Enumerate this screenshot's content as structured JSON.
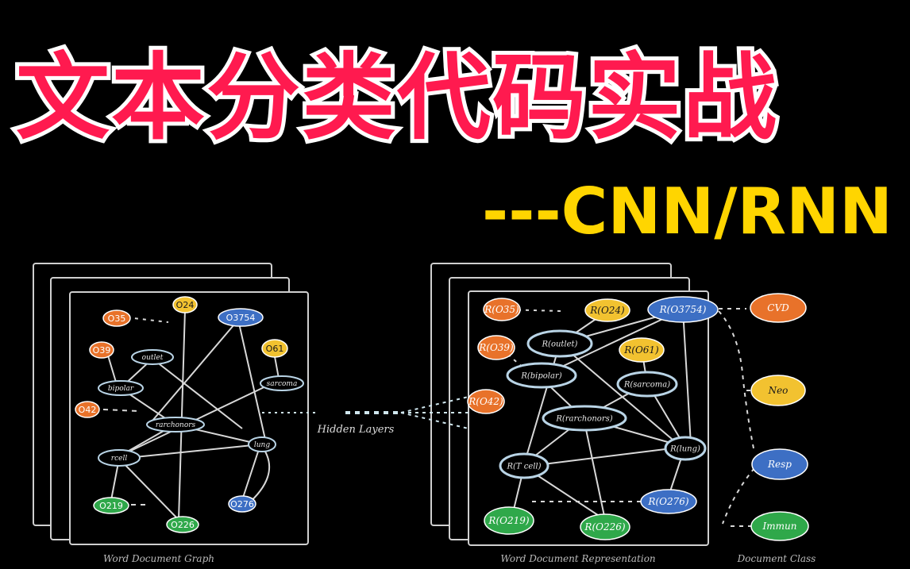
{
  "title": "文本分类代码实战",
  "subtitle": "---CNN/RNN",
  "colors": {
    "title": "#ff1a4f",
    "subtitle": "#ffd500",
    "orange": "#e8722a",
    "yellow": "#f2c230",
    "blue": "#3d6fc4",
    "green": "#2fa84a",
    "hidden": "#cfe6ee"
  },
  "left_panel": {
    "caption": "Word Document Graph",
    "nodes": [
      {
        "id": "O35",
        "label": "O35",
        "color": "orange"
      },
      {
        "id": "O24",
        "label": "O24",
        "color": "yellow"
      },
      {
        "id": "O3754",
        "label": "O3754",
        "color": "blue"
      },
      {
        "id": "O39",
        "label": "O39",
        "color": "orange"
      },
      {
        "id": "O61",
        "label": "O61",
        "color": "yellow"
      },
      {
        "id": "O42",
        "label": "O42",
        "color": "orange"
      },
      {
        "id": "O219",
        "label": "O219",
        "color": "green"
      },
      {
        "id": "O226",
        "label": "O226",
        "color": "green"
      },
      {
        "id": "O276",
        "label": "O276",
        "color": "blue"
      }
    ],
    "words": [
      "outlet",
      "bipolar",
      "sarcoma",
      "rarchonors",
      "rcell",
      "lung"
    ]
  },
  "middle": {
    "label": "Hidden Layers"
  },
  "right_panel": {
    "caption": "Word Document Representation",
    "nodes": [
      {
        "id": "R35",
        "label": "R(O35)",
        "color": "orange"
      },
      {
        "id": "R24",
        "label": "R(O24)",
        "color": "yellow"
      },
      {
        "id": "R3754",
        "label": "R(O3754)",
        "color": "blue"
      },
      {
        "id": "R39",
        "label": "R(O39)",
        "color": "orange"
      },
      {
        "id": "R61",
        "label": "R(O61)",
        "color": "yellow"
      },
      {
        "id": "R42",
        "label": "R(O42)",
        "color": "orange"
      },
      {
        "id": "R219",
        "label": "R(O219)",
        "color": "green"
      },
      {
        "id": "R226",
        "label": "R(O226)",
        "color": "green"
      },
      {
        "id": "R276",
        "label": "R(O276)",
        "color": "blue"
      }
    ],
    "words": [
      "R(outlet)",
      "R(bipolar)",
      "R(sarcoma)",
      "R(rarchonors)",
      "R(T cell)",
      "R(lung)"
    ]
  },
  "classes": {
    "caption": "Document Class",
    "items": [
      {
        "label": "CVD",
        "color": "orange"
      },
      {
        "label": "Neo",
        "color": "yellow"
      },
      {
        "label": "Resp",
        "color": "blue"
      },
      {
        "label": "Immun",
        "color": "green"
      }
    ]
  }
}
